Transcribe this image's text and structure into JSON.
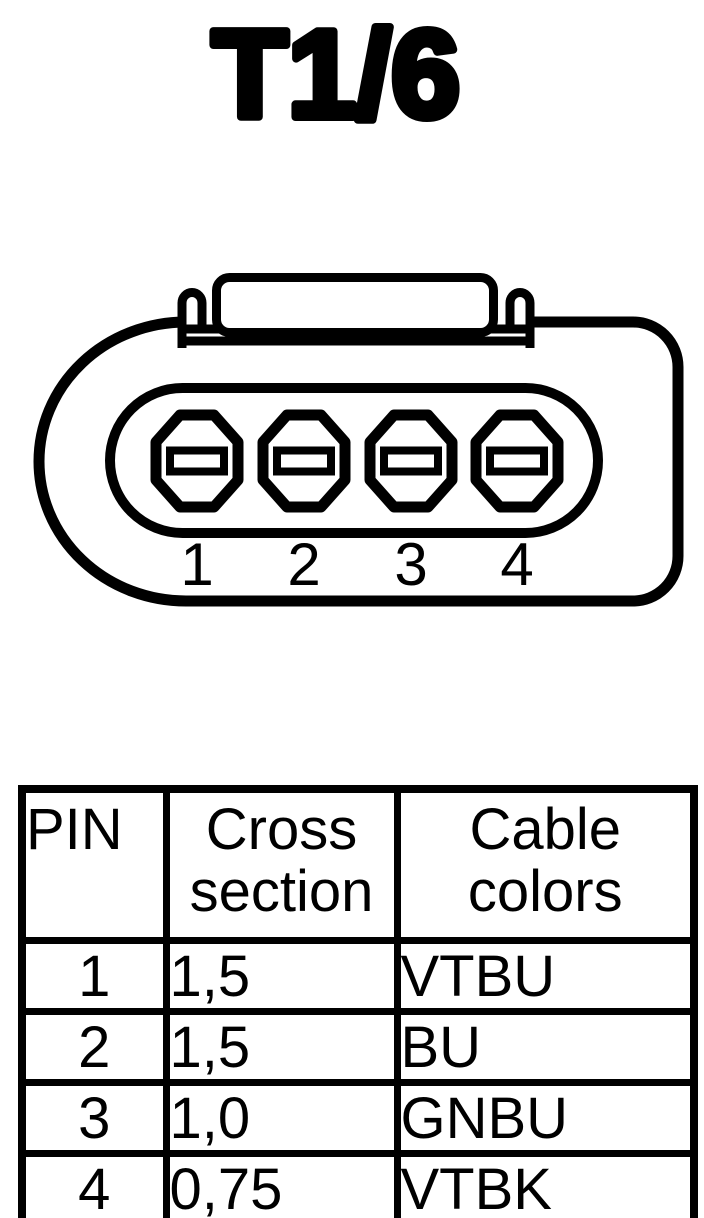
{
  "title": "T1/6",
  "connector": {
    "description": "4-pin connector housing, front view",
    "pins": [
      {
        "label": "1"
      },
      {
        "label": "2"
      },
      {
        "label": "3"
      },
      {
        "label": "4"
      }
    ]
  },
  "table": {
    "headers": {
      "pin": "PIN",
      "cross_section": "Cross section",
      "cable_colors": "Cable colors"
    },
    "rows": [
      {
        "pin": "1",
        "cross_section": "1,5",
        "cable_color": "VTBU"
      },
      {
        "pin": "2",
        "cross_section": "1,5",
        "cable_color": "BU"
      },
      {
        "pin": "3",
        "cross_section": "1,0",
        "cable_color": "GNBU"
      },
      {
        "pin": "4",
        "cross_section": "0,75",
        "cable_color": "VTBK"
      }
    ]
  },
  "colors": {
    "ink": "#000000",
    "background": "#ffffff"
  }
}
